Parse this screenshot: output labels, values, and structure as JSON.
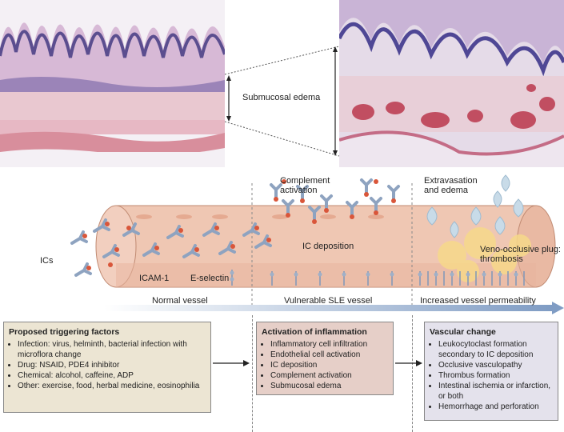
{
  "histology": {
    "edema_label": "Submucosal edema"
  },
  "vessel": {
    "complement_label": "Complement activation",
    "extravasation_label": "Extravasation and edema",
    "ic_deposition_label": "IC deposition",
    "ics_label": "ICs",
    "icam_label": "ICAM-1",
    "eselectin_label": "E-selectin",
    "plug_label": "Veno-occlusive plug: thrombosis"
  },
  "stages": {
    "normal": "Normal vessel",
    "vulnerable": "Vulnerable SLE vessel",
    "permeability": "Increased vessel permeability"
  },
  "boxes": {
    "triggering": {
      "title": "Proposed triggering factors",
      "items": [
        "Infection: virus, helminth, bacterial infection with microflora change",
        "Drug: NSAID, PDE4 inhibitor",
        "Chemical: alcohol, caffeine, ADP",
        "Other: exercise, food, herbal medicine, eosinophilia"
      ],
      "bg": "#ece5d3"
    },
    "inflammation": {
      "title": "Activation of inflammation",
      "items": [
        "Inflammatory cell infiltration",
        "Endothelial cell activation",
        "IC deposition",
        "Complement activation",
        "Submucosal edema"
      ],
      "bg": "#e6cfc8"
    },
    "vascular": {
      "title": "Vascular change",
      "items": [
        "Leukocytoclast formation secondary to IC deposition",
        "Occlusive vasculopathy",
        "Thrombus formation",
        "Intestinal ischemia or infarction, or both",
        "Hemorrhage and perforation"
      ],
      "bg": "#e4e2ec"
    }
  },
  "colors": {
    "vessel_fill": "#efc7b3",
    "vessel_stroke": "#c08a72",
    "ic_blue": "#9fb0c8",
    "antigen": "#d9563a",
    "arrow": "#9bb3cf"
  }
}
